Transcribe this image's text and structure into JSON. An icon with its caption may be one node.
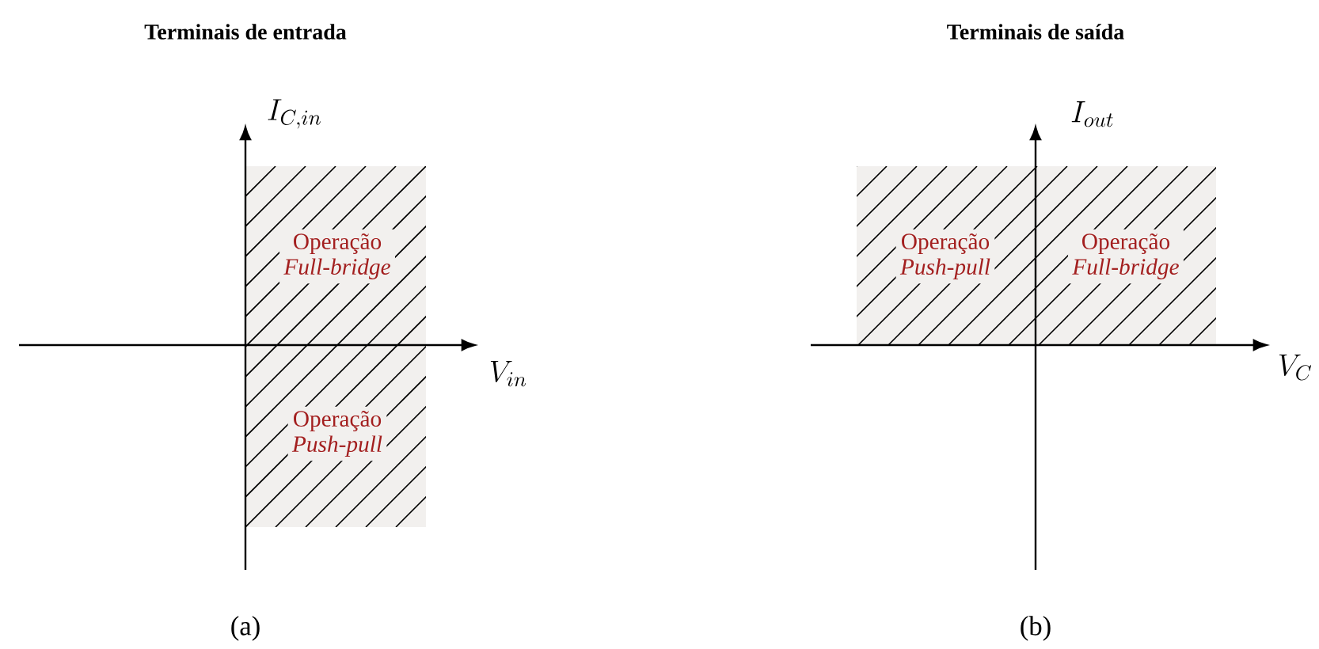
{
  "diagram": {
    "nodes": [
      {
        "text": [
          "Operação",
          "Full-bridge"
        ]
      },
      {
        "text": [
          "Operação",
          "Push-pull"
        ]
      },
      {
        "text": [
          "Operação",
          "Push-pull"
        ]
      },
      {
        "text": [
          "Operação",
          "Full-bridge"
        ]
      }
    ],
    "labels": [
      "Terminais de entrada",
      "Terminais de saída",
      "I_{C,in}",
      "V_{in}",
      "I_{out}",
      "V_C",
      "(a)",
      "(b)"
    ]
  }
}
